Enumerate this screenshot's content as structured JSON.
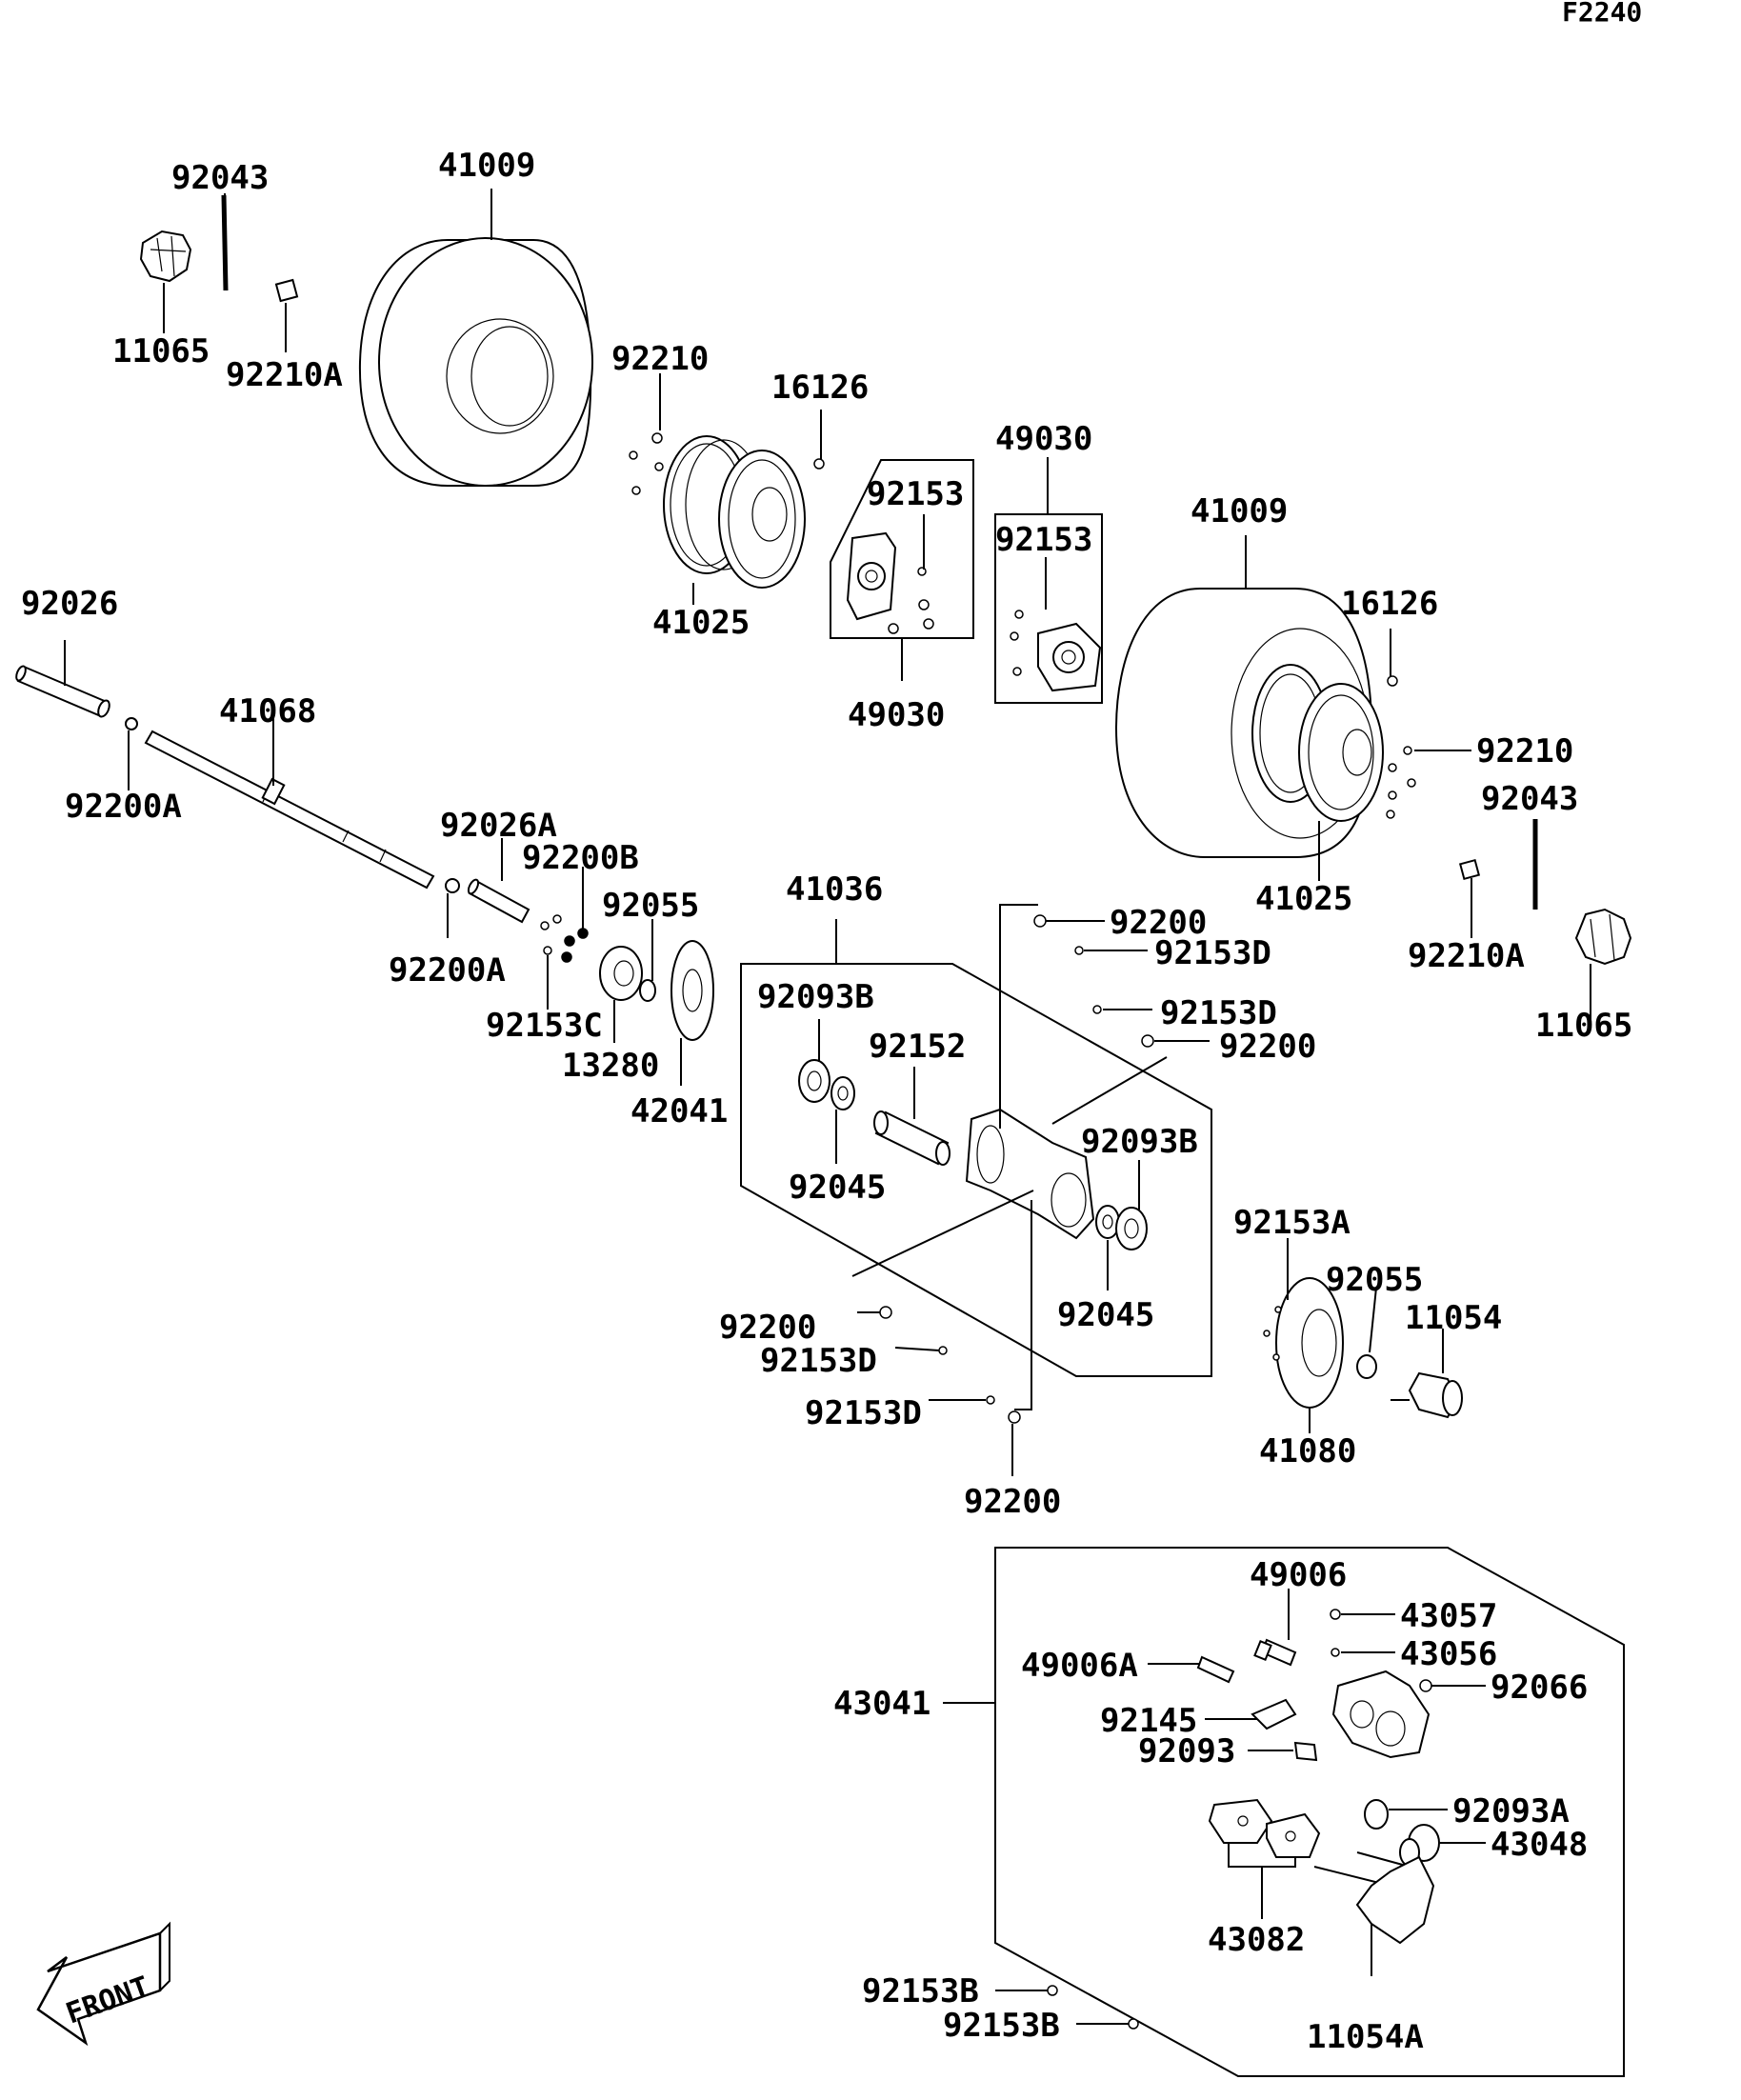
{
  "diagram_code": "F2240",
  "front_label": "FRONT",
  "labels": {
    "l_92043_a": "92043",
    "l_41009_a": "41009",
    "l_11065_a": "11065",
    "l_92210A_a": "92210A",
    "l_92210_a": "92210",
    "l_16126_a": "16126",
    "l_92153_a": "92153",
    "l_49030_top": "49030",
    "l_92153_b": "92153",
    "l_41009_b": "41009",
    "l_41025_a": "41025",
    "l_49030_bottom": "49030",
    "l_16126_b": "16126",
    "l_92026": "92026",
    "l_41068": "41068",
    "l_92210_b": "92210",
    "l_92200A_a": "92200A",
    "l_92043_b": "92043",
    "l_92026A": "92026A",
    "l_92200B": "92200B",
    "l_41025_b": "41025",
    "l_41036": "41036",
    "l_92055_a": "92055",
    "l_92200_a": "92200",
    "l_92210A_b": "92210A",
    "l_92200A_b": "92200A",
    "l_92153D_a": "92153D",
    "l_92093B_a": "92093B",
    "l_92153D_b": "92153D",
    "l_92153C": "92153C",
    "l_11065_b": "11065",
    "l_92152": "92152",
    "l_92200_b": "92200",
    "l_13280": "13280",
    "l_42041": "42041",
    "l_92093B_b": "92093B",
    "l_92045_a": "92045",
    "l_92153A": "92153A",
    "l_92055_b": "92055",
    "l_11054": "11054",
    "l_92045_b": "92045",
    "l_92200_c": "92200",
    "l_92153D_c": "92153D",
    "l_92153D_d": "92153D",
    "l_41080": "41080",
    "l_92200_d": "92200",
    "l_49006": "49006",
    "l_43057": "43057",
    "l_43056": "43056",
    "l_49006A": "49006A",
    "l_92066": "92066",
    "l_43041": "43041",
    "l_92145": "92145",
    "l_92093": "92093",
    "l_92093A": "92093A",
    "l_43048": "43048",
    "l_43082": "43082",
    "l_92153B_a": "92153B",
    "l_11054A": "11054A",
    "l_92153B_b": "92153B"
  }
}
